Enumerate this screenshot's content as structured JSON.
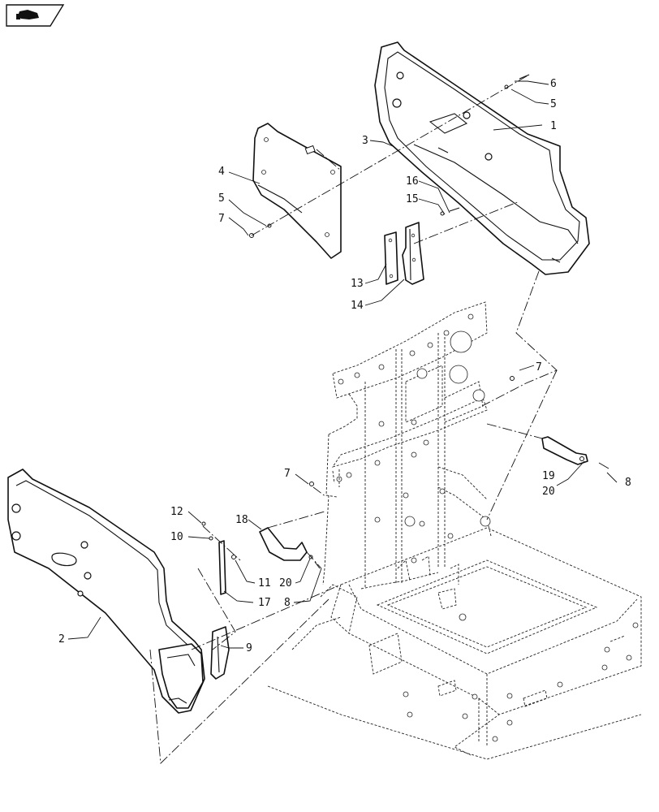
{
  "nav_icon": "hand-pointing-icon",
  "callouts": [
    {
      "id": "c1",
      "text": "1"
    },
    {
      "id": "c2",
      "text": "2"
    },
    {
      "id": "c3",
      "text": "3"
    },
    {
      "id": "c4",
      "text": "4"
    },
    {
      "id": "c5a",
      "text": "5"
    },
    {
      "id": "c5b",
      "text": "5"
    },
    {
      "id": "c6",
      "text": "6"
    },
    {
      "id": "c7a",
      "text": "7"
    },
    {
      "id": "c7b",
      "text": "7"
    },
    {
      "id": "c7c",
      "text": "7"
    },
    {
      "id": "c8a",
      "text": "8"
    },
    {
      "id": "c8b",
      "text": "8"
    },
    {
      "id": "c9",
      "text": "9"
    },
    {
      "id": "c10",
      "text": "10"
    },
    {
      "id": "c11",
      "text": "11"
    },
    {
      "id": "c12",
      "text": "12"
    },
    {
      "id": "c13",
      "text": "13"
    },
    {
      "id": "c14",
      "text": "14"
    },
    {
      "id": "c15",
      "text": "15"
    },
    {
      "id": "c16",
      "text": "16"
    },
    {
      "id": "c17",
      "text": "17"
    },
    {
      "id": "c18",
      "text": "18"
    },
    {
      "id": "c19",
      "text": "19"
    },
    {
      "id": "c20a",
      "text": "20"
    },
    {
      "id": "c20b",
      "text": "20"
    }
  ]
}
